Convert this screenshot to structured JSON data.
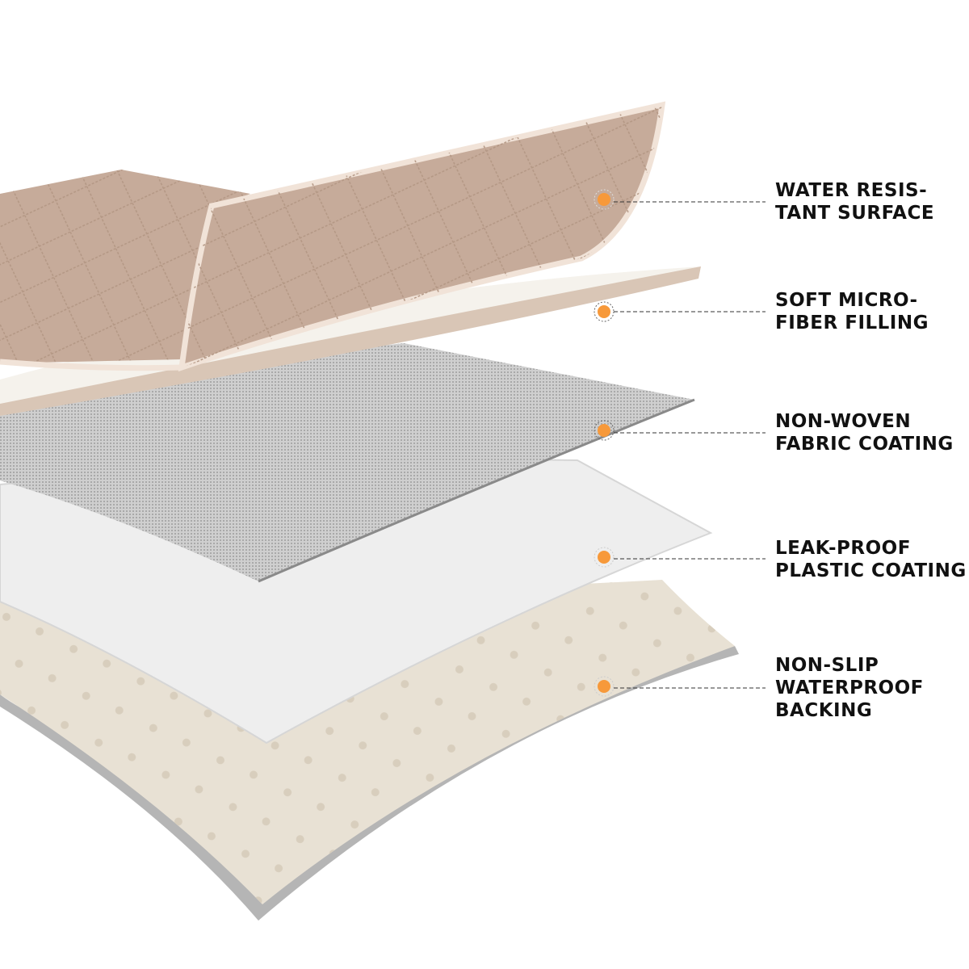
{
  "layers": [
    {
      "line1": "WATER RESIS-",
      "line2": "TANT SURFACE"
    },
    {
      "line1": "SOFT MICRO-",
      "line2": "FIBER FILLING"
    },
    {
      "line1": "NON-WOVEN",
      "line2": "FABRIC COATING"
    },
    {
      "line1": "LEAK-PROOF",
      "line2": "PLASTIC COATING"
    },
    {
      "line1": "NON-SLIP",
      "line2": "WATERPROOF",
      "line3": "BACKING"
    }
  ],
  "colors": {
    "marker": "#f7993a",
    "surface": "#c6ab9a",
    "filling": "#f5f2ec",
    "nonwoven": "#c9c9c9",
    "plastic": "#eeeeee",
    "backing": "#e8e1d4"
  }
}
